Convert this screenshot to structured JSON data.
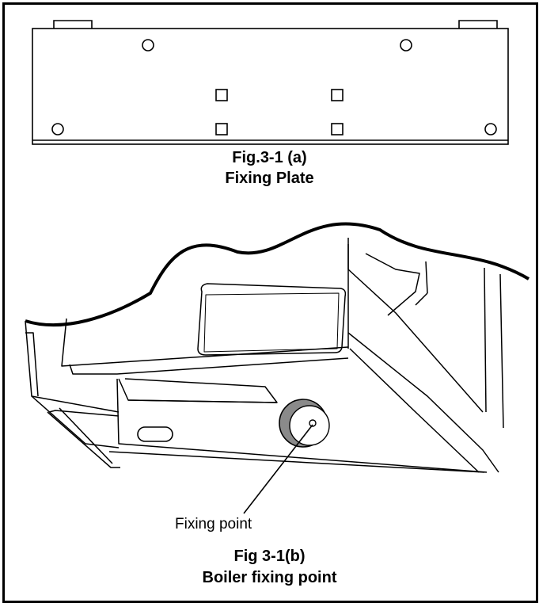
{
  "figure_a": {
    "caption_line1": "Fig.3-1 (a)",
    "caption_line2": "Fixing Plate"
  },
  "figure_b": {
    "callout": "Fixing point",
    "caption_line1": "Fig 3-1(b)",
    "caption_line2": "Boiler fixing point"
  },
  "colors": {
    "line": "#000000",
    "background": "#ffffff",
    "knob_shade": "#8a8a8a"
  }
}
